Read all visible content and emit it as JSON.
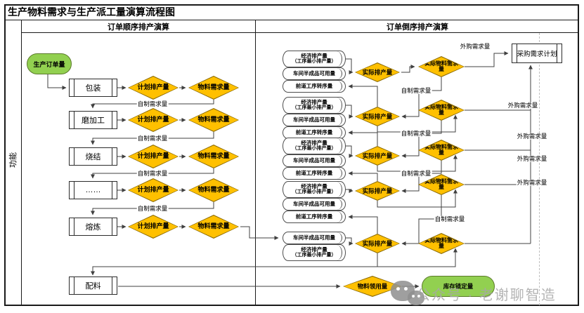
{
  "title": "生产物料需求与生产派工量演算流程图",
  "lane": {
    "label": "功能"
  },
  "headers": {
    "left": "订单顺序排产演算",
    "right": "订单倒序排产演算"
  },
  "colors": {
    "node_yellow": "#FFC000",
    "node_green": "#92D050",
    "line": "#404040"
  },
  "left": {
    "start": "生产订单量",
    "rows": [
      {
        "process": "包装",
        "plan": "计划排产量",
        "material": "物料需求量"
      },
      {
        "process": "磨加工",
        "plan": "计划排产量",
        "material": "物料需求量"
      },
      {
        "process": "烧结",
        "plan": "计划排产量",
        "material": "物料需求量"
      },
      {
        "process": "……",
        "plan": "计划排产量",
        "material": "物料需求量"
      },
      {
        "process": "熔炼",
        "plan": "计划排产量",
        "material": "物料需求量"
      }
    ],
    "self_demand_label": "自制需求量",
    "batching_process": "配料"
  },
  "right": {
    "econ_line1": "经济排产量",
    "econ_line2": "（工序最小排产量）",
    "wip": "车间半成品可用量",
    "transfer": "前道工序转序量",
    "actual_sched": "实际排产量",
    "actual_material": "实际物料需求量",
    "self_demand_label": "自制需求量",
    "outsource_label": "外购需求量",
    "purchase_plan": "采购需求计划",
    "material_issue": "物料领用量",
    "stock_lock": "库存锁定量"
  },
  "watermark": {
    "text": "公众号 · 老谢聊智造",
    "icon": "wechat-icon"
  }
}
